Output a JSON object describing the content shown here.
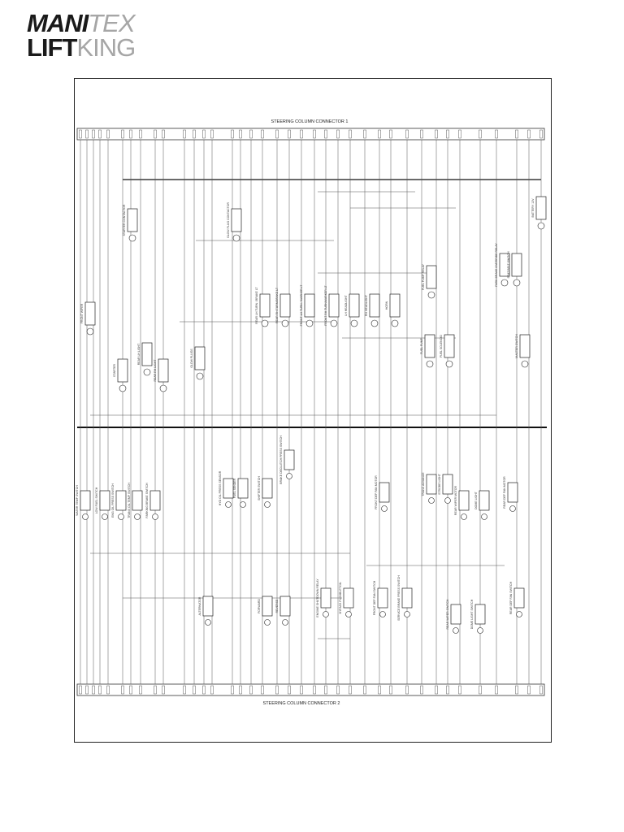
{
  "brand": {
    "line1_a": "MANI",
    "line1_b": "TEX",
    "line2_a": "LIFT",
    "line2_b": "KING",
    "dark": "#1a1a1a",
    "light": "#a6a6a6"
  },
  "connectors": {
    "top": "STEERING COLUMN CONNECTOR 1",
    "bottom": "STEERING COLUMN CONNECTOR 2"
  },
  "upper_components": [
    "FRONT WIPER",
    "STARTER CONTACTOR",
    "STARTER",
    "REAR LH LIGHT",
    "REAR RH LIGHT",
    "GLOW PLUG CONTACTOR",
    "GLOW PLUGS",
    "REAR LH TURN / BRAKE LT",
    "REAR RH TURN/BRAKE LT",
    "FRONT LH TURN / MARKER LT",
    "FRONT RH TURN/MARKER LT",
    "LH HEADLIGHT",
    "RH HEADLIGHT",
    "HORN",
    "FUEL PUMP RELAY",
    "FUEL PUMP",
    "FUEL SOLENOID",
    "PARK BRAKE OVERRIDE RELAY",
    "SEAT BELT SWITCH",
    "BATTERY 12V",
    "MASTER SWITCH"
  ],
  "lower_components": [
    "WATER TEMP SWITCH",
    "LOW FUEL SWITCH",
    "ENG OIL PRESS SWITCH",
    "TRANS OIL TEMP SWITCH",
    "PARKING BRAKE SWITCH",
    "ALTERNATOR",
    "HYD OIL PRESS SENSOR",
    "FUEL SENDER",
    "SHIFTER SWITCH",
    "BRAKE DECLUTCH PRESS SWITCH",
    "FORWARD",
    "REVERSE",
    "ENGINE SHUTDOWN RELAY",
    "BYPASS PUSHBUTTON",
    "FRONT DEF FAN MOTOR",
    "FRONT DEF FAN SWITCH",
    "SERVICE BRAKE PRESS SWITCH",
    "TRANS ADVANCE",
    "STROBE LIGHT",
    "REAR WIPER MOTOR",
    "DOME LIGHT",
    "REAR WIPER SWITCH",
    "DOME LIGHT SWITCH",
    "REAR DEF FAN MOTOR",
    "REAR DEF FAN SWITCH"
  ]
}
